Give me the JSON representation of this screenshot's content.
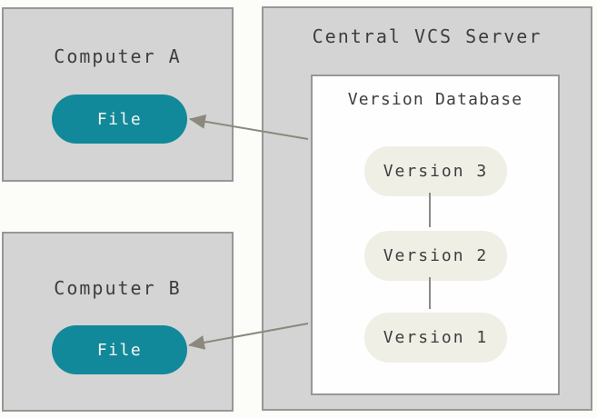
{
  "diagram": {
    "type": "centralized-version-control-diagram",
    "server": {
      "title": "Central VCS Server"
    },
    "computer_a": {
      "title": "Computer A",
      "file_label": "File"
    },
    "computer_b": {
      "title": "Computer B",
      "file_label": "File"
    },
    "version_database": {
      "title": "Version Database",
      "versions": [
        "Version 3",
        "Version 2",
        "Version 1"
      ]
    },
    "connections": [
      "version-database to computer-a file",
      "version-database to computer-b file"
    ],
    "colors": {
      "background": "#fcfcf9",
      "box_fill": "#d4d4d4",
      "box_border": "#979797",
      "db_box_fill": "#fefefe",
      "file_pill_fill": "#11899a",
      "file_pill_text": "#f7f6f2",
      "version_pill_fill": "#f0efe6",
      "text": "#3d3d3d",
      "arrow": "#8c887d"
    }
  }
}
